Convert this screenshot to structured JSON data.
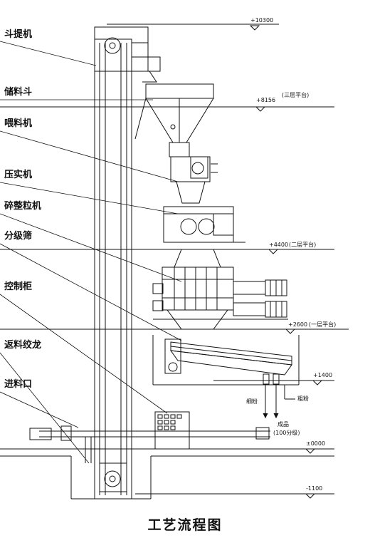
{
  "labels": {
    "bucket_elevator": "斗提机",
    "storage_hopper": "储料斗",
    "feeder": "喂料机",
    "compactor": "压实机",
    "crusher_granulator": "碎整粒机",
    "grading_screen": "分级筛",
    "control_cabinet": "控制柜",
    "return_screw": "返料绞龙",
    "feed_inlet": "进料口"
  },
  "elevations": {
    "top": "+10300",
    "floor3_value": "+8156",
    "floor3_note": "(三层平台)",
    "floor2_value": "+4400",
    "floor2_note": "(二层平台)",
    "floor1_value": "+2600",
    "floor1_note": "(一层平台)",
    "screen_level": "+1400",
    "ground": "±0000",
    "pit": "-1100"
  },
  "outputs": {
    "coarse": "粗粉",
    "fine": "细粉",
    "product": "成品",
    "product_grade": "(100分级)"
  },
  "caption": "工艺流程图"
}
